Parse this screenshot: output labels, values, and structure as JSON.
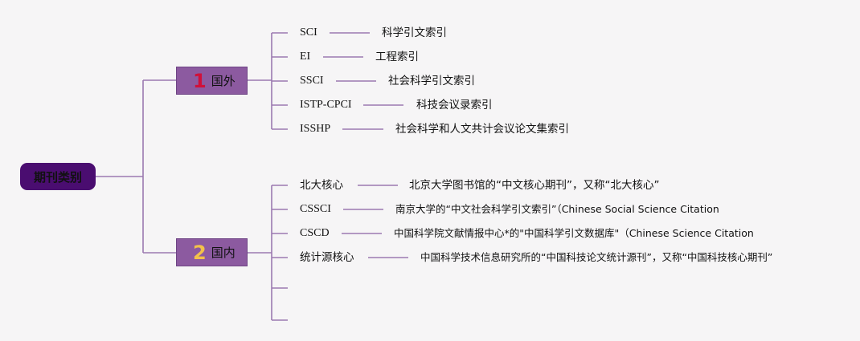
{
  "root": {
    "label": "期刊类别"
  },
  "colors": {
    "line": "#9b79b0",
    "root_bg": "#4a0d70",
    "branch_bg": "#8c5aa0",
    "num1": "#d0103a",
    "num2": "#f2c14a"
  },
  "branches": [
    {
      "number": "1",
      "label": "国外",
      "items": [
        {
          "name": "SCI",
          "desc": "科学引文索引"
        },
        {
          "name": "EI",
          "desc": "工程索引"
        },
        {
          "name": "SSCI",
          "desc": "社会科学引文索引"
        },
        {
          "name": "ISTP-CPCI",
          "desc": "科技会议录索引"
        },
        {
          "name": "ISSHP",
          "desc": "社会科学和人文共计会议论文集索引"
        }
      ]
    },
    {
      "number": "2",
      "label": "国内",
      "items": [
        {
          "name": "北大核心",
          "desc": "北京大学图书馆的“中文核心期刊”，又称“北大核心”"
        },
        {
          "name": "CSSCI",
          "desc": "南京大学的“中文社会科学引文索引”（Chinese Social Science Citation"
        },
        {
          "name": "CSCD",
          "desc": "中国科学院文献情报中心*的\"中国科学引文数据库\"（Chinese Science Citation"
        },
        {
          "name": "统计源核心",
          "desc": "中国科学技术信息研究所的“中国科技论文统计源刊”，又称“中国科技核心期刊”"
        }
      ]
    }
  ]
}
